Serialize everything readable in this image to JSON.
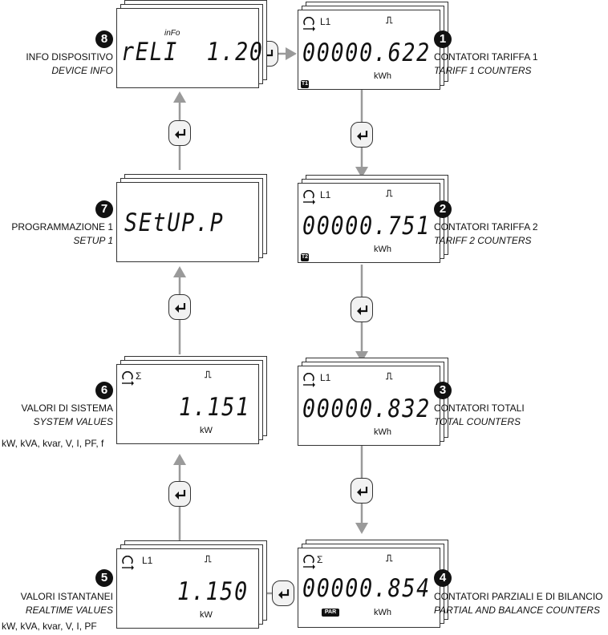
{
  "screens": {
    "s8": {
      "number": "8",
      "indicator": "inFo",
      "digits": "rELI  1.20",
      "label_it": "INFO DISPOSITIVO",
      "label_en": "DEVICE INFO"
    },
    "s1": {
      "number": "1",
      "phase": "L1",
      "digits": "00000.622",
      "unit": "kWh",
      "tag": "T1",
      "label_it": "CONTATORI TARIFFA 1",
      "label_en": "TARIFF 1 COUNTERS"
    },
    "s7": {
      "number": "7",
      "digits": "SEtUP.P",
      "label_it": "PROGRAMMAZIONE 1",
      "label_en": "SETUP 1"
    },
    "s2": {
      "number": "2",
      "phase": "L1",
      "digits": "00000.751",
      "unit": "kWh",
      "tag": "T2",
      "label_it": "CONTATORI TARIFFA 2",
      "label_en": "TARIFF 2 COUNTERS"
    },
    "s6": {
      "number": "6",
      "phase": "Σ",
      "digits": "1.151",
      "unit": "kW",
      "label_it": "VALORI DI SISTEMA",
      "label_en": "SYSTEM VALUES",
      "values": "kW, kVA, kvar, V, I, PF, f"
    },
    "s3": {
      "number": "3",
      "phase": "L1",
      "digits": "00000.832",
      "unit": "kWh",
      "label_it": "CONTATORI TOTALI",
      "label_en": "TOTAL COUNTERS"
    },
    "s5": {
      "number": "5",
      "phase": "L1",
      "digits": "1.150",
      "unit": "kW",
      "label_it": "VALORI ISTANTANEI",
      "label_en": "REALTIME VALUES",
      "values": "kW, kVA, kvar, V, I, PF"
    },
    "s4": {
      "number": "4",
      "phase": "Σ",
      "digits": "00000.854",
      "unit": "kWh",
      "tag": "PAR",
      "label_it": "CONTATORI PARZIALI E DI BILANCIO",
      "label_en": "PARTIAL AND BALANCE COUNTERS"
    }
  },
  "icons": {
    "enter_button": "enter-arrow-icon",
    "rotate": "rotate-arrow-icon",
    "pulse": "pulse-icon",
    "flow_arrow": "flow-arrow-icon"
  },
  "colors": {
    "arrow": "#9a9a9a",
    "ink": "#111111"
  }
}
